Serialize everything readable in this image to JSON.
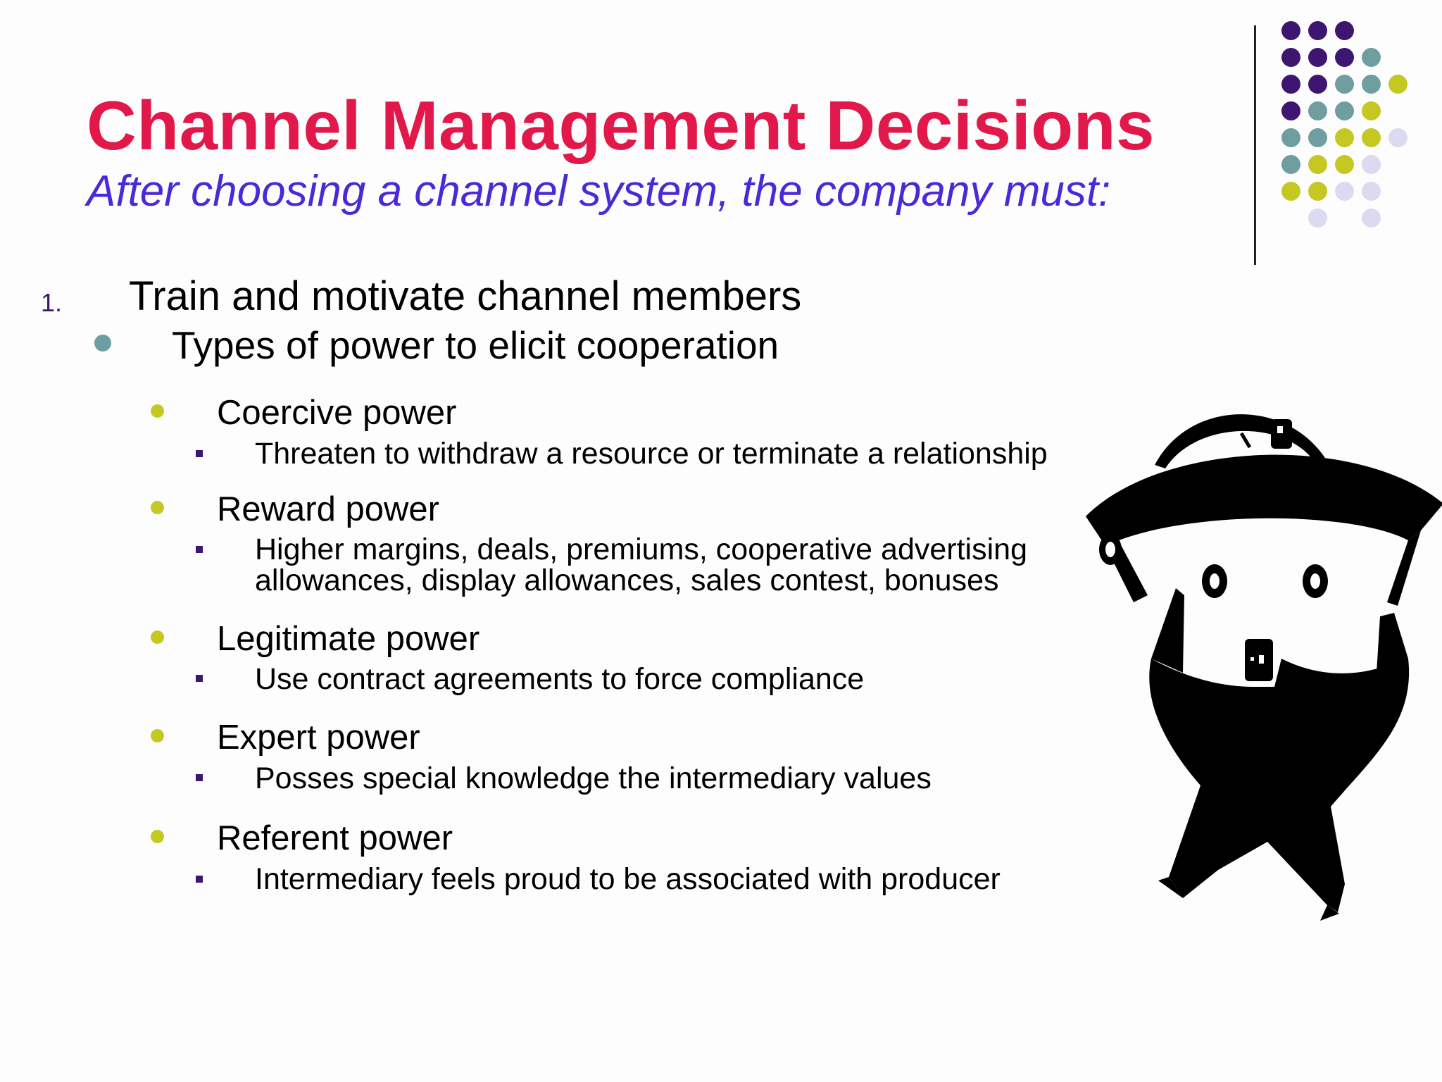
{
  "slide": {
    "title": "Channel Management Decisions",
    "subtitle": "After choosing a channel system, the company must:",
    "colors": {
      "title": "#e2184a",
      "subtitle": "#4a2ad8",
      "number": "#3d1670",
      "dot_purple": "#3d1670",
      "dot_teal": "#6e9ea0",
      "dot_lime": "#c4c821",
      "dot_lavender": "#dcdaf0"
    },
    "level1": {
      "number": "1.",
      "text": "Train and motivate channel members"
    },
    "level2": {
      "text": "Types of power to elicit cooperation"
    },
    "powers": [
      {
        "name": "Coercive power",
        "details": [
          "Threaten to withdraw a resource or terminate a relationship"
        ]
      },
      {
        "name": "Reward power",
        "details": [
          "Higher margins, deals, premiums, cooperative advertising",
          "allowances, display allowances, sales contest, bonuses"
        ]
      },
      {
        "name": "Legitimate power",
        "details": [
          "Use contract agreements to force compliance"
        ]
      },
      {
        "name": "Expert power",
        "details": [
          "Posses special knowledge  the intermediary values"
        ]
      },
      {
        "name": "Referent power",
        "details": [
          "Intermediary feels proud to be associated with producer"
        ]
      }
    ],
    "illustration": "person-lifting-hat-clipart"
  }
}
